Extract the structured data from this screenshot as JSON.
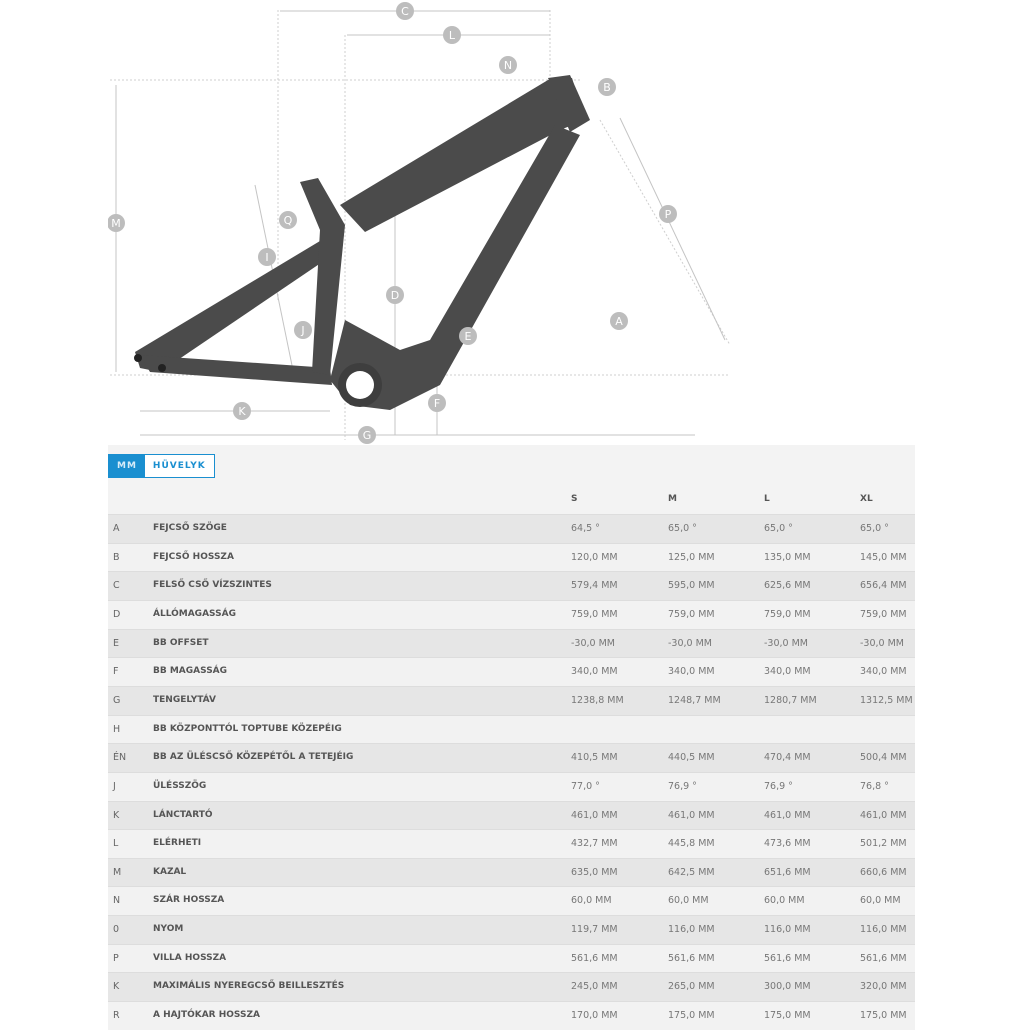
{
  "diagram": {
    "labels": [
      "C",
      "L",
      "N",
      "B",
      "P",
      "M",
      "Q",
      "I",
      "D",
      "J",
      "E",
      "A",
      "F",
      "K",
      "G"
    ]
  },
  "units": {
    "mm": "MM",
    "inch": "HÜVELYK"
  },
  "columns": [
    "S",
    "M",
    "L",
    "XL"
  ],
  "rows": [
    {
      "key": "A",
      "name": "FEJCSŐ SZÖGE",
      "values": [
        "64,5 °",
        "65,0 °",
        "65,0 °",
        "65,0 °"
      ]
    },
    {
      "key": "B",
      "name": "FEJCSŐ HOSSZA",
      "values": [
        "120,0 MM",
        "125,0 MM",
        "135,0 MM",
        "145,0 MM"
      ]
    },
    {
      "key": "C",
      "name": "FELSŐ CSŐ VÍZSZINTES",
      "values": [
        "579,4 MM",
        "595,0 MM",
        "625,6 MM",
        "656,4 MM"
      ]
    },
    {
      "key": "D",
      "name": "ÁLLÓMAGASSÁG",
      "values": [
        "759,0 MM",
        "759,0 MM",
        "759,0 MM",
        "759,0 MM"
      ]
    },
    {
      "key": "E",
      "name": "BB OFFSET",
      "values": [
        "-30,0 MM",
        "-30,0 MM",
        "-30,0 MM",
        "-30,0 MM"
      ]
    },
    {
      "key": "F",
      "name": "BB MAGASSÁG",
      "values": [
        "340,0 MM",
        "340,0 MM",
        "340,0 MM",
        "340,0 MM"
      ]
    },
    {
      "key": "G",
      "name": "TENGELYTÁV",
      "values": [
        "1238,8 MM",
        "1248,7 MM",
        "1280,7 MM",
        "1312,5 MM"
      ]
    },
    {
      "key": "H",
      "name": "BB KÖZPONTTÓL TOPTUBE KÖZEPÉIG",
      "values": [
        "",
        "",
        "",
        ""
      ]
    },
    {
      "key": "ÉN",
      "name": "BB AZ ÜLÉSCSŐ KÖZEPÉTŐL A TETEJÉIG",
      "values": [
        "410,5 MM",
        "440,5 MM",
        "470,4 MM",
        "500,4 MM"
      ]
    },
    {
      "key": "J",
      "name": "ÜLÉSSZÖG",
      "values": [
        "77,0 °",
        "76,9 °",
        "76,9 °",
        "76,8 °"
      ]
    },
    {
      "key": "K",
      "name": "LÁNCTARTÓ",
      "values": [
        "461,0 MM",
        "461,0 MM",
        "461,0 MM",
        "461,0 MM"
      ]
    },
    {
      "key": "L",
      "name": "ELÉRHETI",
      "values": [
        "432,7 MM",
        "445,8 MM",
        "473,6 MM",
        "501,2 MM"
      ]
    },
    {
      "key": "M",
      "name": "KAZAL",
      "values": [
        "635,0 MM",
        "642,5 MM",
        "651,6 MM",
        "660,6 MM"
      ]
    },
    {
      "key": "N",
      "name": "SZÁR HOSSZA",
      "values": [
        "60,0 MM",
        "60,0 MM",
        "60,0 MM",
        "60,0 MM"
      ]
    },
    {
      "key": "0",
      "name": "NYOM",
      "values": [
        "119,7 MM",
        "116,0 MM",
        "116,0 MM",
        "116,0 MM"
      ]
    },
    {
      "key": "P",
      "name": "VILLA HOSSZA",
      "values": [
        "561,6 MM",
        "561,6 MM",
        "561,6 MM",
        "561,6 MM"
      ]
    },
    {
      "key": "K",
      "name": "MAXIMÁLIS NYEREGCSŐ BEILLESZTÉS",
      "values": [
        "245,0 MM",
        "265,0 MM",
        "300,0 MM",
        "320,0 MM"
      ]
    },
    {
      "key": "R",
      "name": "A HAJTÓKAR HOSSZA",
      "values": [
        "170,0 MM",
        "175,0 MM",
        "175,0 MM",
        "175,0 MM"
      ]
    }
  ]
}
